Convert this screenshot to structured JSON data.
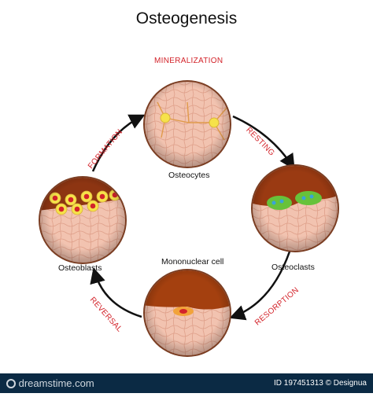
{
  "title": "Osteogenesis",
  "phases": {
    "mineralization": "MINERALIZATION",
    "resting": "RESTING",
    "resorption": "RESORPTION",
    "reversal": "REVERSAL",
    "formation": "FORMATION"
  },
  "cells": {
    "osteocytes": "Osteocytes",
    "osteoclasts": "Osteoclasts",
    "mononuclear": "Mononuclear cell",
    "osteoblasts": "Osteoblasts"
  },
  "footer": {
    "brand": "dreamstime.com",
    "id_text": "ID 197451313 © Designua"
  },
  "colors": {
    "phase_text": "#d3232a",
    "bone_fill": "#f2c3b0",
    "bone_line": "#d9967e",
    "marrow": "#b85a14",
    "arrow": "#111111",
    "footer_bg": "#0b2a44"
  },
  "icons": [
    "arrow-icon",
    "osteocyte-icon",
    "osteoclast-icon",
    "osteoblast-icon",
    "mononuclear-cell-icon",
    "dreamstime-icon"
  ]
}
